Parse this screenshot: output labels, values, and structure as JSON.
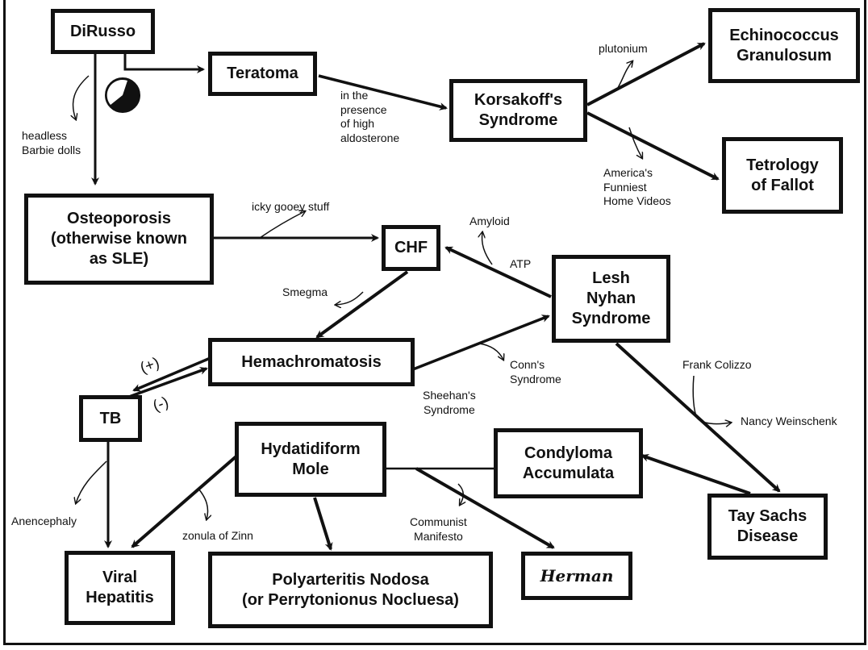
{
  "nodes": {
    "dirusso": "DiRusso",
    "teratoma": "Teratoma",
    "korsakoff": "Korsakoff's\nSyndrome",
    "echinococcus": "Echinococcus\nGranulosum",
    "tetralogy": "Tetrology\nof Fallot",
    "osteoporosis": "Osteoporosis\n(otherwise known\nas SLE)",
    "chf": "CHF",
    "lesh": "Lesh\nNyhan\nSyndrome",
    "hemachromatosis": "Hemachromatosis",
    "tb": "TB",
    "hydatidiform": "Hydatidiform\nMole",
    "condyloma": "Condyloma\nAccumulata",
    "taysachs": "Tay Sachs\nDisease",
    "viral": "Viral\nHepatitis",
    "polyarteritis": "Polyarteritis Nodosa\n(or Perrytonionus Nocluesa)",
    "herman": "Herman"
  },
  "labels": {
    "headless": "headless\nBarbie dolls",
    "presence": "in the\npresence\nof high\naldosterone",
    "plutonium": "plutonium",
    "americas": "America's\nFunniest\nHome Videos",
    "icky": "icky gooey stuff",
    "amyloid": "Amyloid",
    "atp": "ATP",
    "smegma": "Smegma",
    "plus": "(+)",
    "minus": "(-)",
    "conns": "Conn's\nSyndrome",
    "sheehans": "Sheehan's\nSyndrome",
    "frank": "Frank Colizzo",
    "nancy": "Nancy Weinschenk",
    "anencephaly": "Anencephaly",
    "zonula": "zonula of Zinn",
    "communist": "Communist\nManifesto"
  }
}
